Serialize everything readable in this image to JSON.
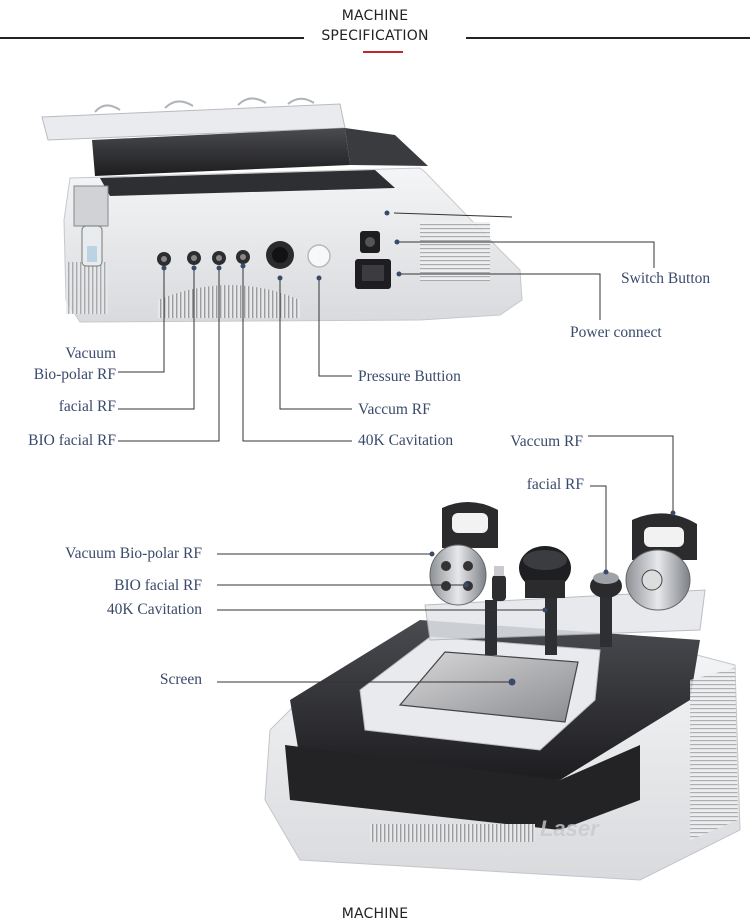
{
  "header": {
    "title_line1": "MACHINE",
    "title_line2": "SPECIFICATION"
  },
  "side_view": {
    "labels": {
      "switch_button": "Switch Button",
      "power_connect": "Power connect",
      "vacuum_line1": "Vacuum",
      "vacuum_biopolar_rf_line2": "Bio-polar RF",
      "facial_rf": "facial RF",
      "bio_facial_rf": "BIO facial RF",
      "pressure_button": "Pressure Buttion",
      "vaccum_rf": "Vaccum RF",
      "cavitation_40k": "40K Cavitation"
    }
  },
  "front_view": {
    "labels": {
      "vaccum_rf": "Vaccum RF",
      "facial_rf": "facial RF",
      "vacuum_biopolar_rf": "Vacuum Bio-polar RF",
      "bio_facial_rf": "BIO facial RF",
      "cavitation_40k": "40K Cavitation",
      "screen": "Screen"
    },
    "watermark": "Laser"
  },
  "footer": {
    "title_line1": "MACHINE"
  },
  "colors": {
    "label_text": "#3a4a6b",
    "leader_line": "#333333",
    "accent": "#c0262d",
    "device_dark": "#2b2b2e",
    "device_light": "#e9eaec"
  }
}
